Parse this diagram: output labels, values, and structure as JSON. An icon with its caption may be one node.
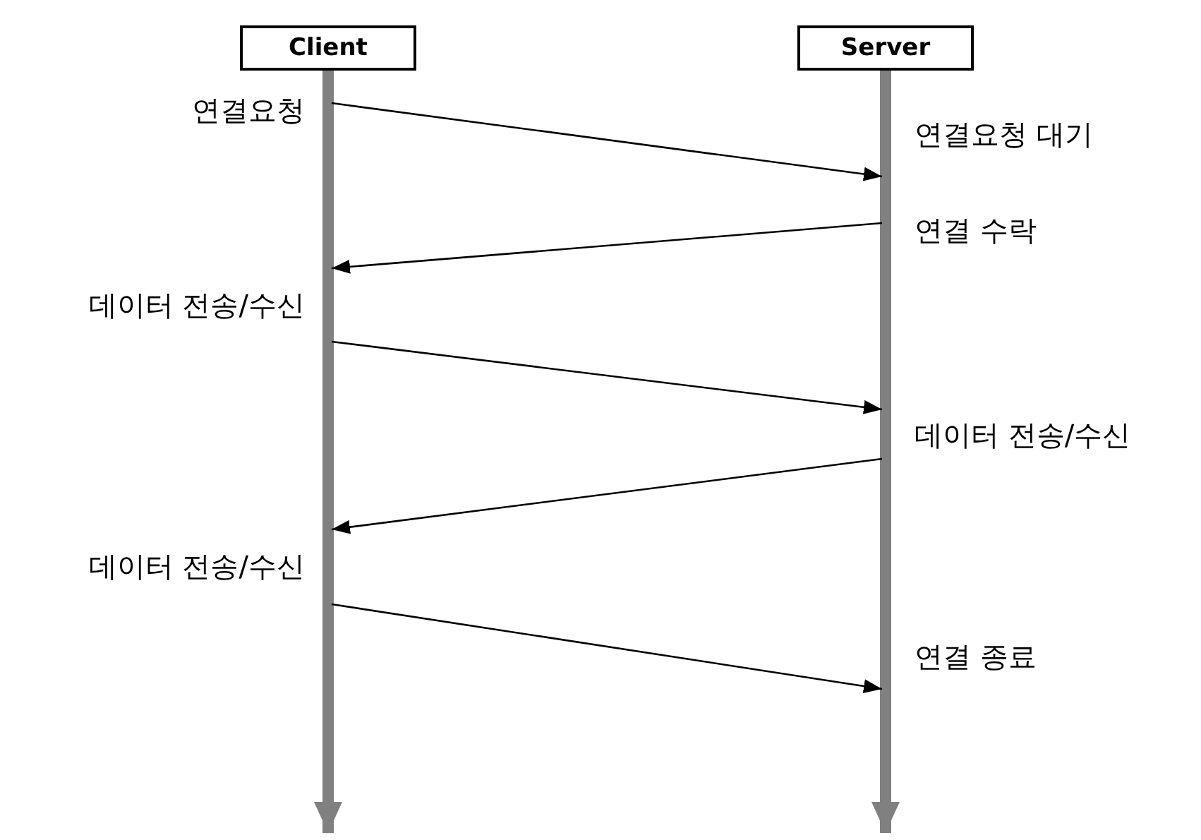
{
  "diagram": {
    "nodes": [
      {
        "text": [
          "Client"
        ]
      },
      {
        "text": [
          "Server"
        ]
      },
      {
        "text": [
          "연결요청"
        ]
      },
      {
        "text": [
          "연결요청 대기"
        ]
      },
      {
        "text": [
          "연결 수락"
        ]
      },
      {
        "text": [
          "데이터 전송/수신"
        ]
      },
      {
        "text": [
          "데이터 전송/수신"
        ]
      },
      {
        "text": [
          "데이터 전송/수신"
        ]
      },
      {
        "text": [
          "연결 종료"
        ]
      }
    ],
    "edges": [
      {
        "from": 0,
        "to": null,
        "arrow": "to",
        "style": "thick",
        "color": "#808080"
      },
      {
        "from": 1,
        "to": null,
        "arrow": "to",
        "style": "thick",
        "color": "#808080"
      },
      {
        "from": 2,
        "to": 3,
        "arrow": "to"
      },
      {
        "from": 4,
        "to": 5,
        "arrow": "to"
      },
      {
        "from": 5,
        "to": 6,
        "arrow": "to"
      },
      {
        "from": 6,
        "to": 7,
        "arrow": "to"
      },
      {
        "from": 7,
        "to": 8,
        "arrow": "to"
      }
    ]
  }
}
